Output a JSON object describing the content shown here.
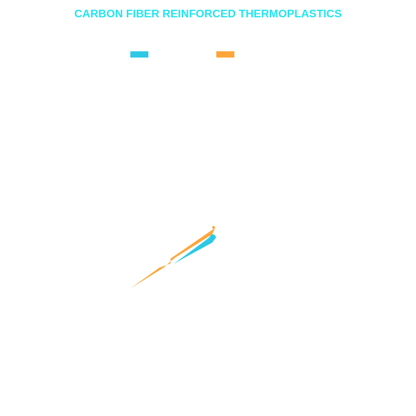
{
  "chart_data": {
    "type": "area",
    "title": "CARBON FIBER REINFORCED THERMOPLASTICS",
    "xlabel": "",
    "ylabel": "",
    "grid": false,
    "legend_placement": "top",
    "series": [
      {
        "name": "",
        "color": "#2ec8e6"
      },
      {
        "name": "",
        "color": "#ffa53a"
      }
    ]
  }
}
